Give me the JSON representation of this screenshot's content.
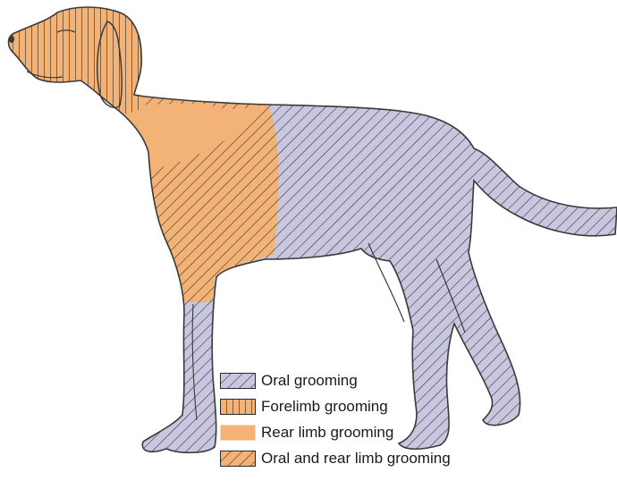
{
  "colors": {
    "oral": "#c9c6e0",
    "rear": "#f3b376",
    "hatch": "#2a2a2a",
    "outline": "#3a3a3a"
  },
  "figure": {
    "subject": "dog-illustration"
  },
  "legend": {
    "items": [
      {
        "label": "Oral grooming",
        "fill": "oral",
        "pattern": "diagonal"
      },
      {
        "label": "Forelimb grooming",
        "fill": "rear",
        "pattern": "vertical"
      },
      {
        "label": "Rear limb grooming",
        "fill": "rear",
        "pattern": "none"
      },
      {
        "label": "Oral and rear limb grooming",
        "fill": "rear",
        "pattern": "diagonal"
      }
    ]
  }
}
